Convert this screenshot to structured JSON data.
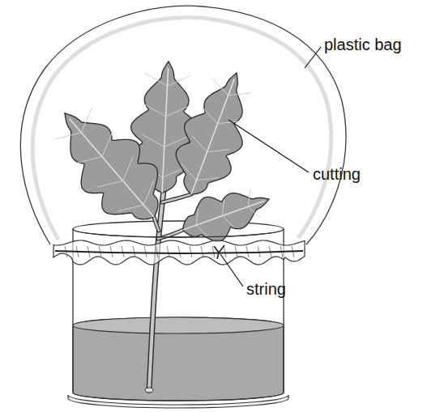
{
  "diagram": {
    "labels": [
      "plastic bag",
      "cutting",
      "string"
    ]
  }
}
